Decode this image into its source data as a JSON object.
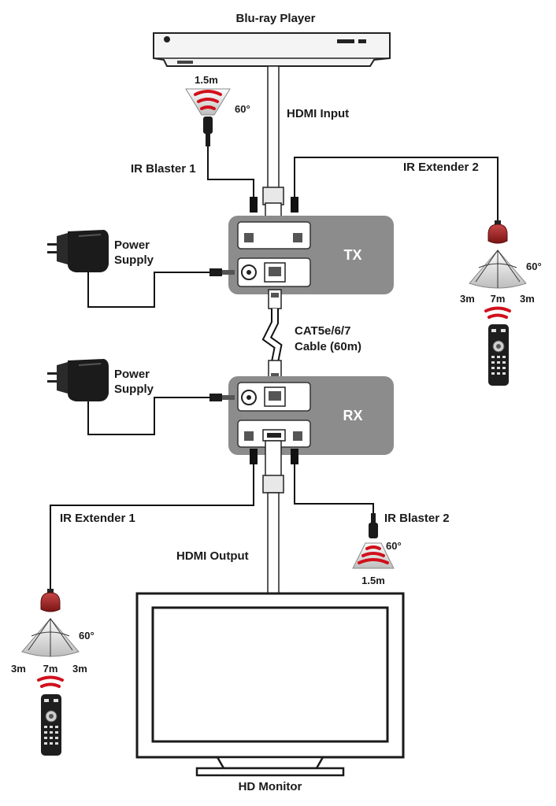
{
  "labels": {
    "source": "Blu-ray Player",
    "hdmi_input": "HDMI Input",
    "ir_blaster_1": "IR Blaster 1",
    "ir_extender_2": "IR Extender 2",
    "power_supply_tx": "Power Supply",
    "power_supply_rx": "Power Supply",
    "tx": "TX",
    "rx": "RX",
    "cable_line1": "CAT5e/6/7",
    "cable_line2": "Cable (60m)",
    "ir_extender_1": "IR Extender 1",
    "ir_blaster_2": "IR Blaster 2",
    "hdmi_output": "HDMI Output",
    "display": "HD Monitor"
  },
  "ir_blaster_1": {
    "range": "1.5m",
    "angle": "60°"
  },
  "ir_blaster_2": {
    "range": "1.5m",
    "angle": "60°"
  },
  "ir_extender_2": {
    "angle": "60°",
    "left": "3m",
    "center": "7m",
    "right": "3m"
  },
  "ir_extender_1": {
    "angle": "60°",
    "left": "3m",
    "center": "7m",
    "right": "3m"
  },
  "colors": {
    "ir_red": "#d0101c",
    "unit_panel": "#8c8c8c",
    "receiver_head": "#b02a2a"
  },
  "icons": {
    "source": "bluray-player-icon",
    "power": "power-adapter-icon",
    "remote": "remote-control-icon",
    "display": "monitor-icon"
  }
}
